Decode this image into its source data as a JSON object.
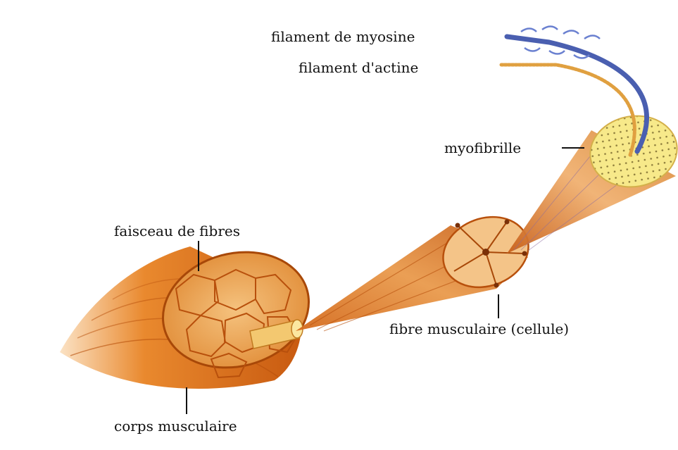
{
  "labels": {
    "myosin_filament": "filament de myosine",
    "actin_filament": "filament d'actine",
    "myofibril": "myofibrille",
    "fiber_bundle": "faisceau de fibres",
    "muscle_fiber": "fibre musculaire (cellule)",
    "muscle_body": "corps musculaire"
  },
  "colors": {
    "muscle_dark": "#c85a10",
    "muscle_mid": "#e8862a",
    "muscle_light": "#f6c07a",
    "myofibril_yellow": "#f7e98a",
    "myosin_blue": "#4a5fb0",
    "actin_orange": "#e0a040"
  }
}
